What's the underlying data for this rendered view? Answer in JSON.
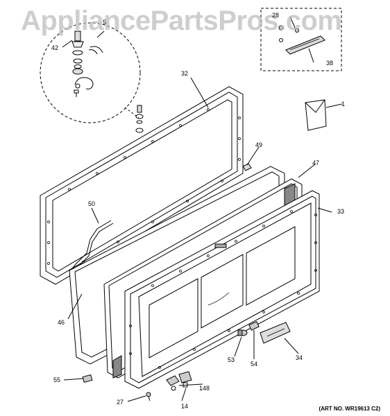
{
  "watermark": "AppliancePartsPros.com",
  "art_number": "(ART NO. WR19613 C2)",
  "callouts": {
    "c1": "1",
    "c14": "14",
    "c27": "27",
    "c28": "28",
    "c32": "32",
    "c33": "33",
    "c34": "34",
    "c38": "38",
    "c42": "42",
    "c46": "46",
    "c47": "47",
    "c49": "49",
    "c50": "50",
    "c53": "53",
    "c54": "54",
    "c55": "55",
    "c148": "148",
    "c5": "5"
  }
}
